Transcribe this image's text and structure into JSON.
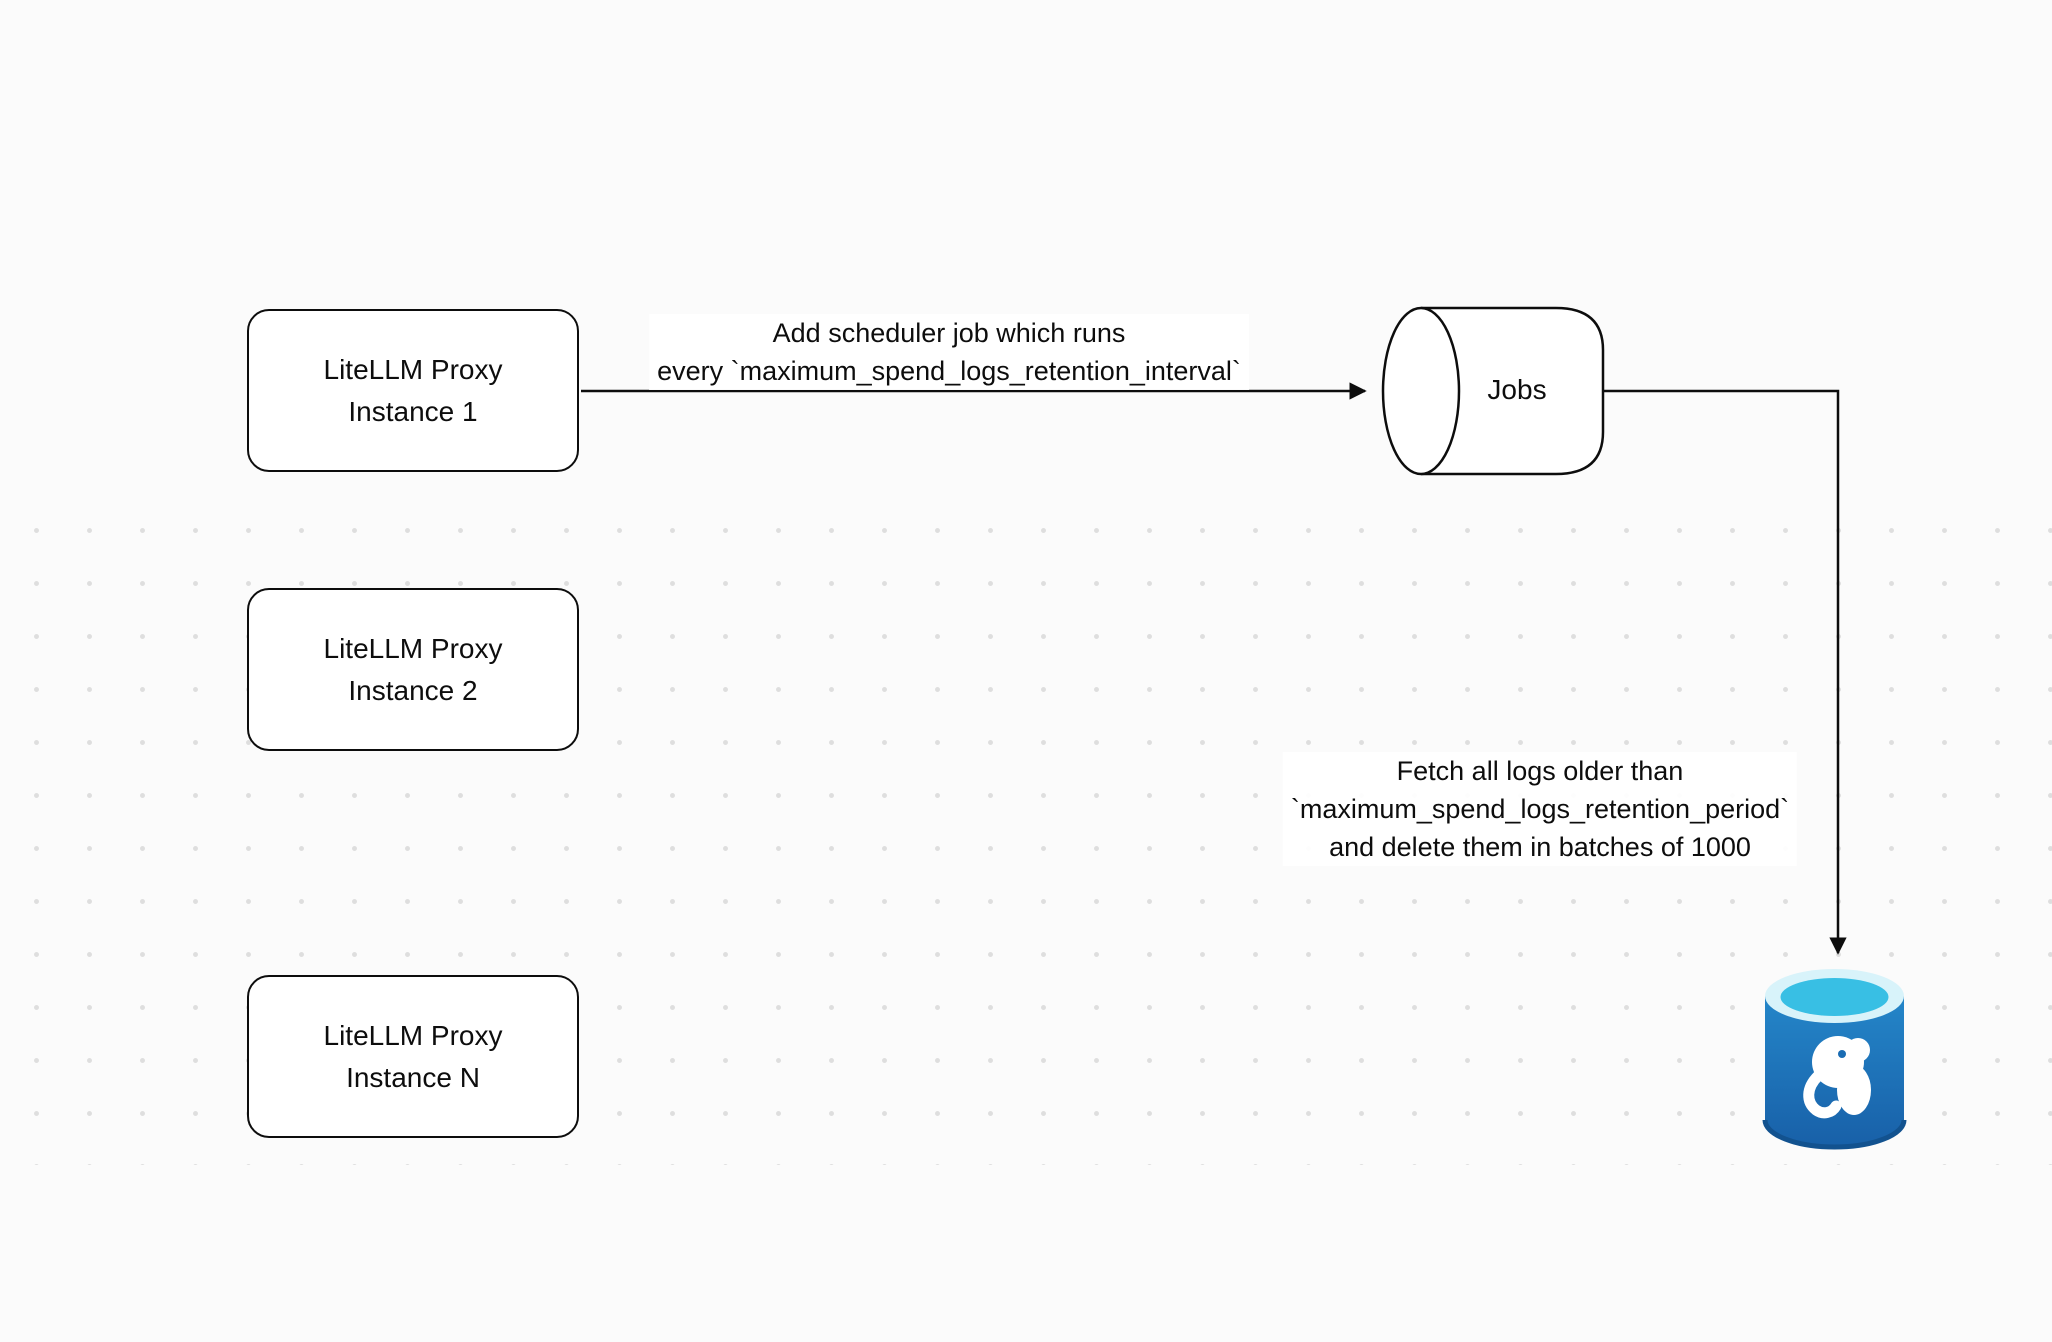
{
  "nodes": {
    "proxy1": {
      "label": "LiteLLM Proxy\nInstance 1"
    },
    "proxy2": {
      "label": "LiteLLM Proxy\nInstance 2"
    },
    "proxyN": {
      "label": "LiteLLM Proxy\nInstance N"
    },
    "jobs": {
      "label": "Jobs",
      "shape": "horizontal-cylinder-queue"
    },
    "postgres": {
      "icon": "postgresql-database-icon"
    }
  },
  "edges": {
    "add_job": {
      "label": "Add scheduler job which runs\nevery `maximum_spend_logs_retention_interval`",
      "from": "proxy1",
      "to": "jobs"
    },
    "fetch_delete": {
      "label": "Fetch all logs older than\n`maximum_spend_logs_retention_period`\nand delete them in batches of 1000",
      "from": "jobs",
      "to": "postgres"
    }
  },
  "colors": {
    "background": "#fbfbfb",
    "node_fill": "#ffffff",
    "stroke": "#0d0d0d",
    "dot_grid": "#dedede",
    "postgres_body": "#1d6fb8",
    "postgres_top_cyan": "#38bfe4",
    "postgres_rim": "#d8f3fa"
  }
}
